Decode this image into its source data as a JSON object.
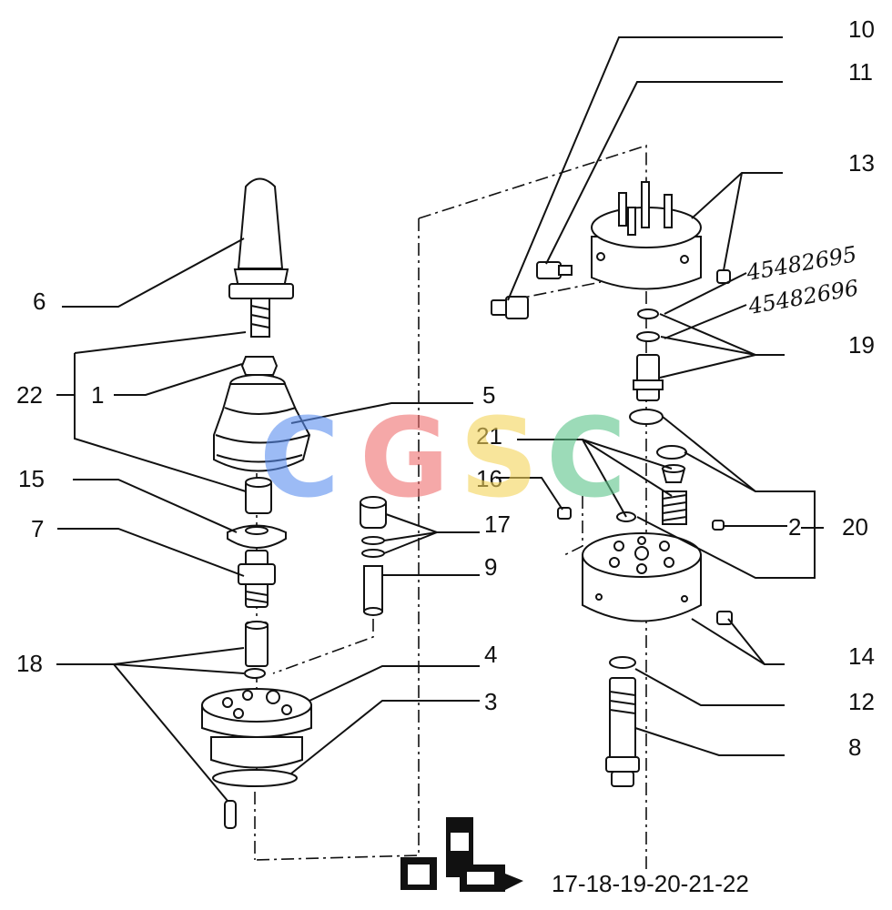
{
  "labels": {
    "l1": "1",
    "l2": "2",
    "l3": "3",
    "l4": "4",
    "l5": "5",
    "l6": "6",
    "l7": "7",
    "l8": "8",
    "l9": "9",
    "l10": "10",
    "l11": "11",
    "l12": "12",
    "l13": "13",
    "l14": "14",
    "l15": "15",
    "l16": "16",
    "l17": "17",
    "l18": "18",
    "l19": "19",
    "l20": "20",
    "l21": "21",
    "l22": "22"
  },
  "handwritten": {
    "h1": "45482695",
    "h2": "45482696"
  },
  "kit_caption": "17-18-19-20-21-22",
  "watermark": {
    "c1": "C",
    "g": "G",
    "s": "S",
    "c2": "C"
  },
  "colors": {
    "c1": "#5b8ff0",
    "g": "#f07070",
    "s": "#f5d45a",
    "c2": "#5cc48a",
    "ink": "#111111"
  }
}
